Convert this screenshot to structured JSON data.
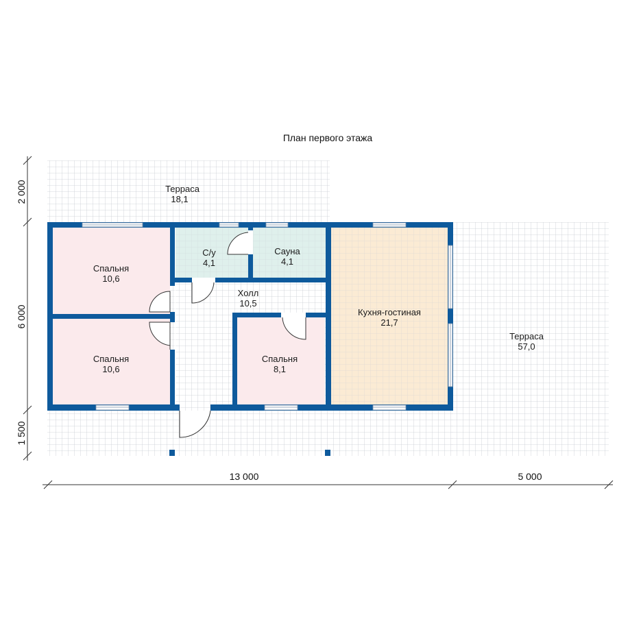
{
  "title": "План первого этажа",
  "colors": {
    "wall": "#0e5a9c",
    "bedroom": "#fbeaec",
    "wet": "#dff0ec",
    "kitchen": "#fbebd4",
    "grid": "#c8ccd2",
    "window": "#ffffff"
  },
  "rooms": {
    "terrace_top": {
      "name": "Терраса",
      "area": "18,1"
    },
    "terrace_right": {
      "name": "Терраса",
      "area": "57,0"
    },
    "bedroom_1": {
      "name": "Спальня",
      "area": "10,6"
    },
    "bedroom_2": {
      "name": "Спальня",
      "area": "10,6"
    },
    "bedroom_3": {
      "name": "Спальня",
      "area": "8,1"
    },
    "bathroom": {
      "name": "С/у",
      "area": "4,1"
    },
    "sauna": {
      "name": "Сауна",
      "area": "4,1"
    },
    "hall": {
      "name": "Холл",
      "area": "10,5"
    },
    "kitchen_living": {
      "name": "Кухня-гостиная",
      "area": "21,7"
    }
  },
  "dimensions": {
    "left_top": "2 000",
    "left_middle": "6 000",
    "left_bottom": "1 500",
    "bottom_left": "13 000",
    "bottom_right": "5 000"
  }
}
